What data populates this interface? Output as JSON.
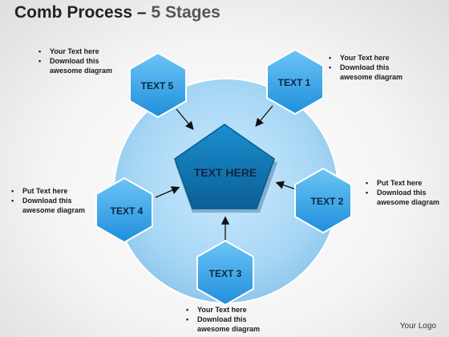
{
  "title": {
    "main": "Comb Process",
    "dash": "–",
    "sub": "5 Stages"
  },
  "center_label": "TEXT HERE",
  "stages": [
    {
      "label": "TEXT 1"
    },
    {
      "label": "TEXT 2"
    },
    {
      "label": "TEXT 3"
    },
    {
      "label": "TEXT 4"
    },
    {
      "label": "TEXT 5"
    }
  ],
  "notes": {
    "top_left": [
      "Your Text here",
      "Download this awesome diagram"
    ],
    "top_right": [
      "Your Text here",
      "Download this awesome diagram"
    ],
    "mid_left": [
      "Put Text here",
      "Download this awesome diagram"
    ],
    "mid_right": [
      "Put Text here",
      "Download this awesome diagram"
    ],
    "bottom": [
      "Your Text here",
      "Download this awesome diagram"
    ]
  },
  "logo": "Your Logo",
  "colors": {
    "circle": "#a9d8f5",
    "hexagon": "#2f9ee6",
    "pentagon": "#1277b4",
    "label": "#0d2740"
  }
}
